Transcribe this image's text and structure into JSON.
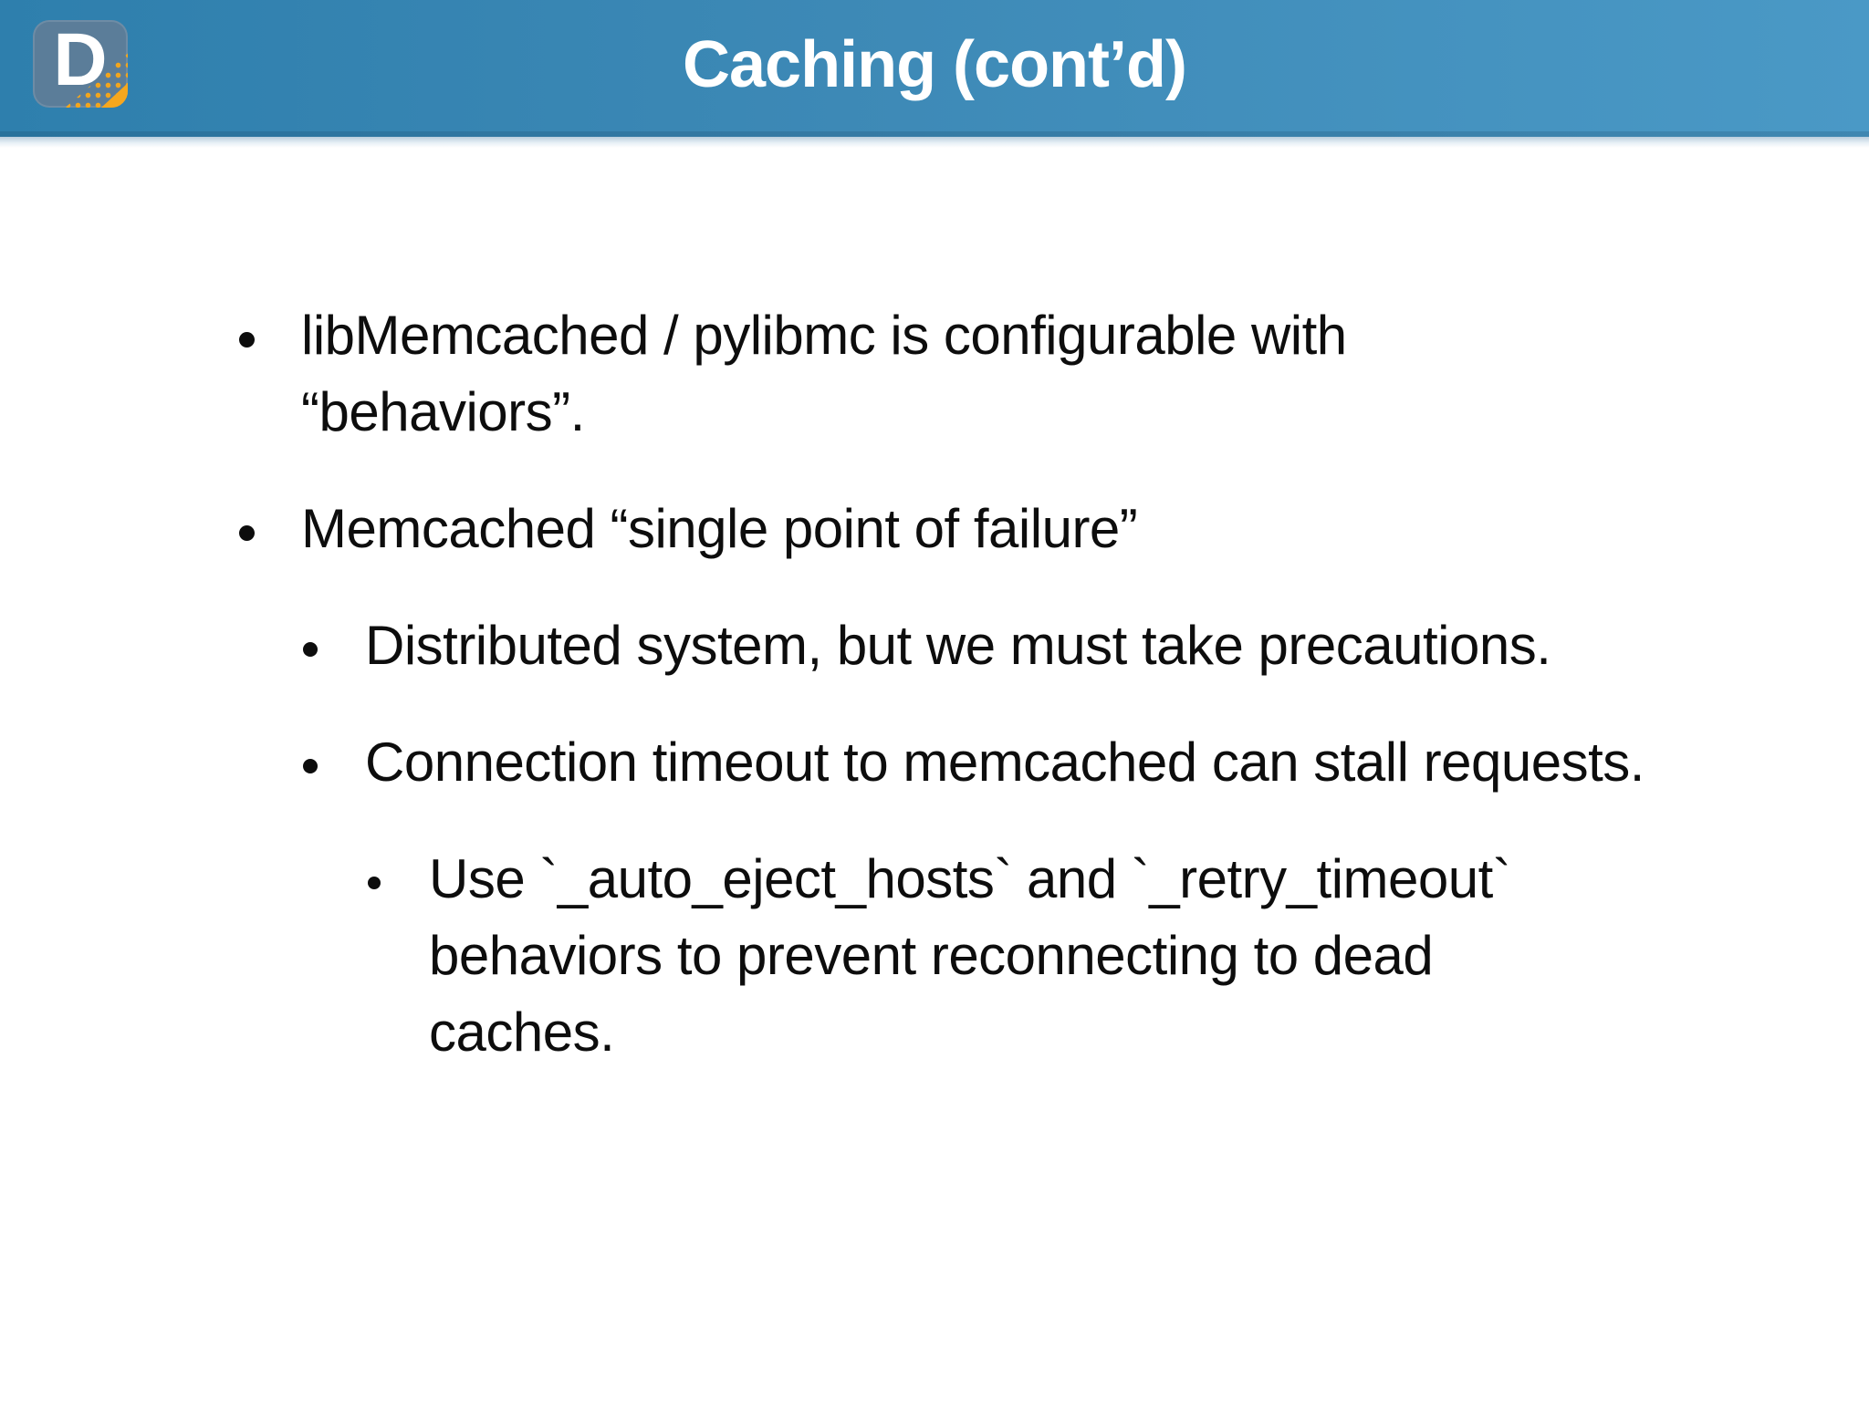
{
  "header": {
    "title": "Caching (cont’d)",
    "logo_letter": "D"
  },
  "colors": {
    "header_gradient_left": "#2e7fad",
    "header_gradient_right": "#4a99c6",
    "header_divider": "#b9cddd",
    "logo_background": "#5b7d99",
    "logo_accent_orange": "#f6a71e",
    "title_text": "#ffffff",
    "body_text": "#0d0d0d",
    "slide_background": "#ffffff"
  },
  "slide": {
    "bullets": [
      {
        "level": 1,
        "text": "libMemcached / pylibmc is configurable with “behaviors”."
      },
      {
        "level": 1,
        "text": "Memcached “single point of failure”"
      },
      {
        "level": 2,
        "text": "Distributed system, but we must take precautions."
      },
      {
        "level": 2,
        "text": "Connection timeout to memcached can stall requests."
      },
      {
        "level": 3,
        "text": "Use `_auto_eject_hosts` and `_retry_timeout` behaviors to prevent reconnecting to dead caches."
      }
    ]
  }
}
